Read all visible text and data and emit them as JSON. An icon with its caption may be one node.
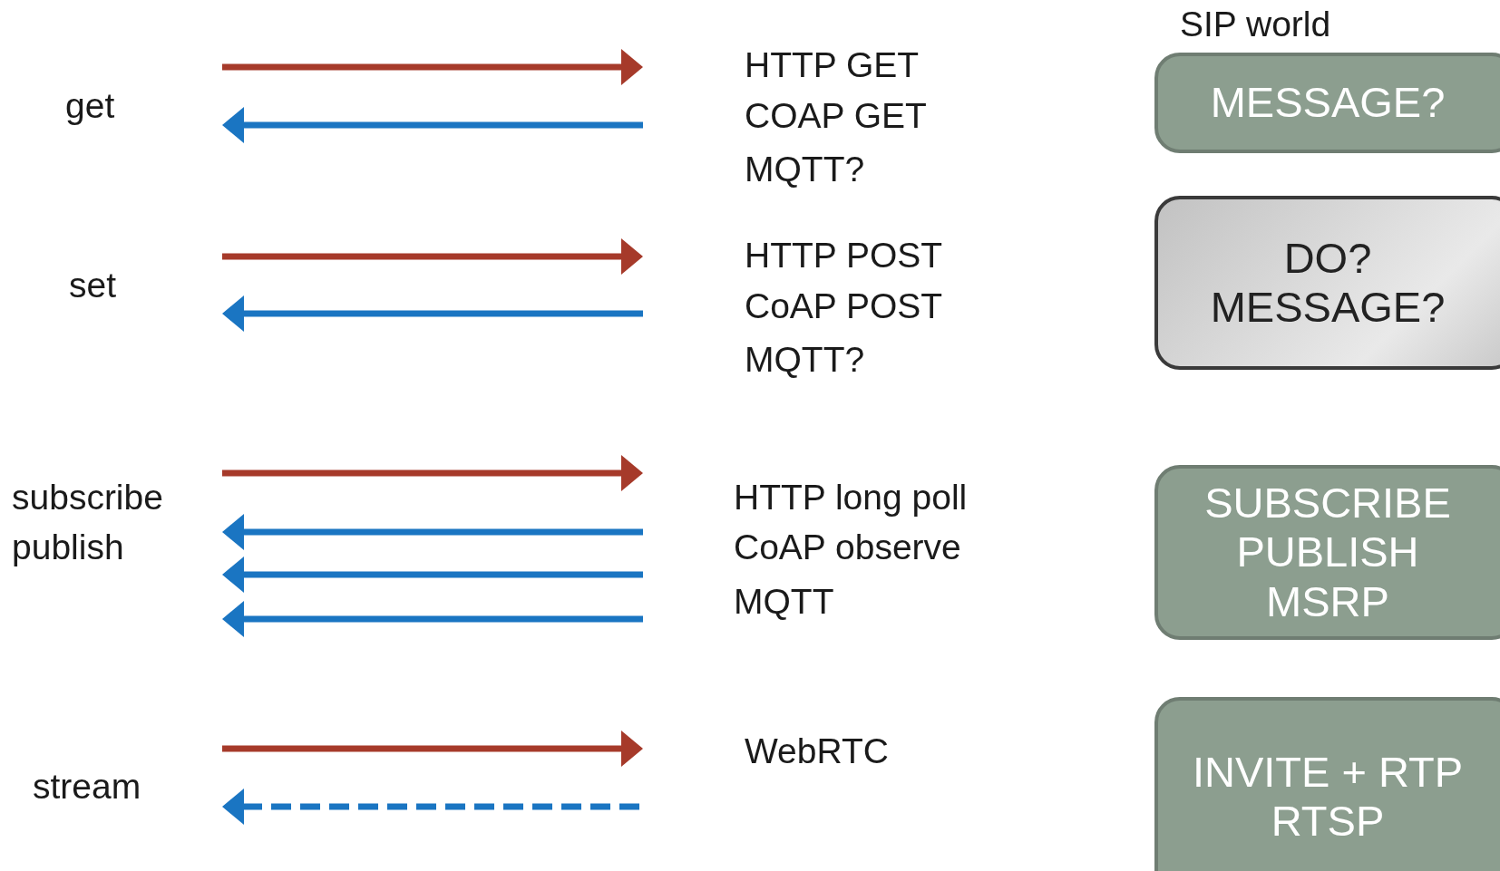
{
  "diagram": {
    "nodes": [
      {
        "text": [
          "MESSAGE?"
        ]
      },
      {
        "text": [
          "DO?",
          "MESSAGE?"
        ]
      },
      {
        "text": [
          "SUBSCRIBE",
          "PUBLISH",
          "MSRP"
        ]
      },
      {
        "text": [
          "INVITE + RTP",
          "RTSP"
        ]
      }
    ],
    "labels": [
      "SIP world",
      "HTTP GET",
      "get",
      "COAP GET",
      "MQTT?",
      "HTTP POST",
      "set",
      "CoAP POST",
      "MQTT?",
      "subscribe",
      "HTTP long poll",
      "publish",
      "CoAP observe",
      "MQTT",
      "WebRTC",
      "stream"
    ]
  }
}
